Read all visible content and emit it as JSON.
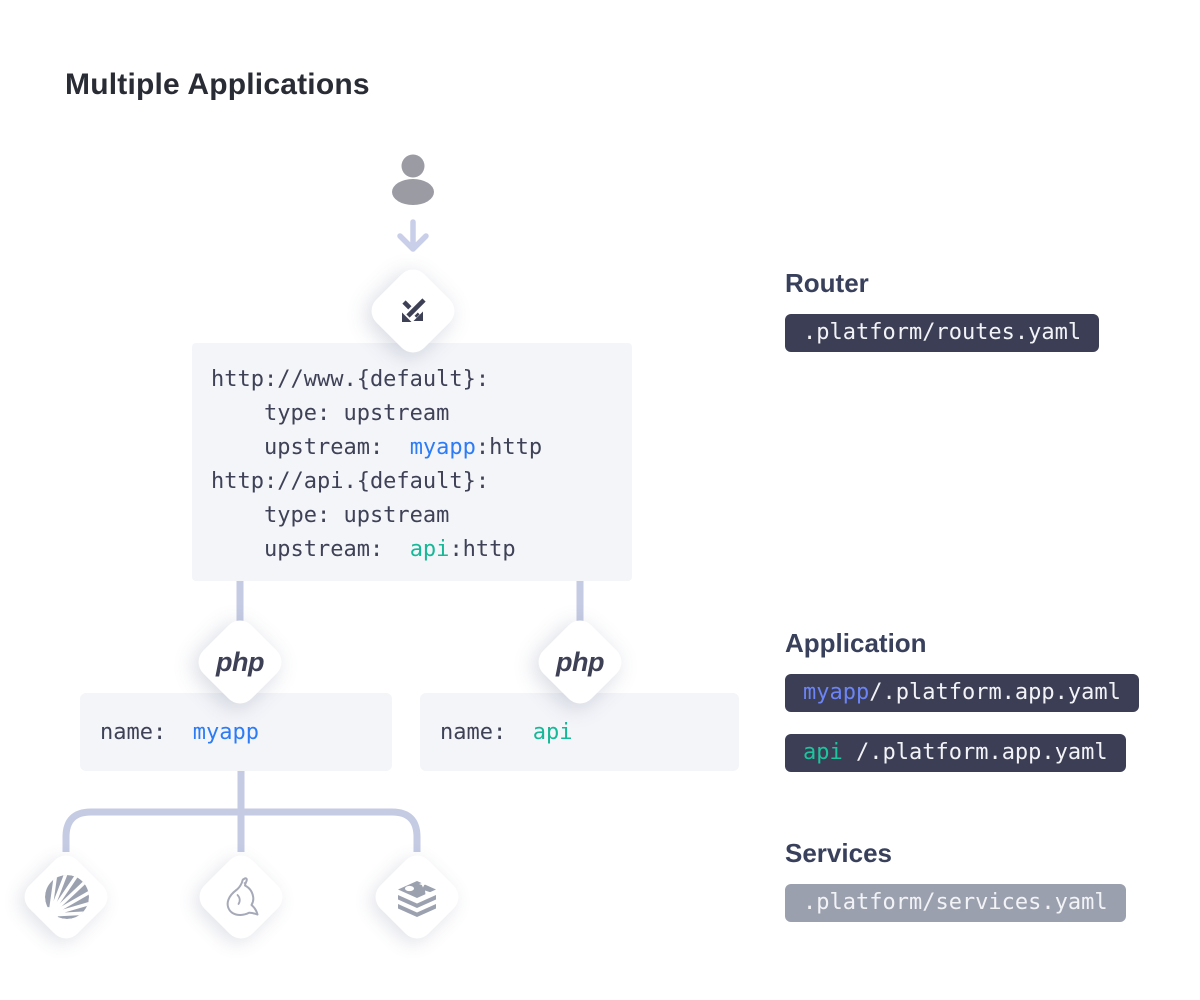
{
  "title": "Multiple Applications",
  "palette": {
    "code_text": "#3f4257",
    "accent_blue": "#2d7cf5",
    "accent_blue_on_dark": "#6c84f5",
    "accent_green": "#17b897",
    "badge_dark_bg": "#3b3e54",
    "badge_gray_bg": "#9ba0ae",
    "connector": "#c5cbe3",
    "icon_gray": "#9ca1b0",
    "block_bg": "#f4f5f9"
  },
  "diagram": {
    "user_icon": "user",
    "router_node_icon": "crossed-routing-arrows",
    "routes_code": {
      "lines": [
        {
          "segments": [
            {
              "t": "http://www.{default}:"
            }
          ]
        },
        {
          "segments": [
            {
              "t": "    type: upstream"
            }
          ]
        },
        {
          "segments": [
            {
              "t": "    upstream:  "
            },
            {
              "t": "myapp",
              "c": "blue"
            },
            {
              "t": ":http"
            }
          ]
        },
        {
          "segments": [
            {
              "t": "http://api.{default}:"
            }
          ]
        },
        {
          "segments": [
            {
              "t": "    type: upstream"
            }
          ]
        },
        {
          "segments": [
            {
              "t": "    upstream:  "
            },
            {
              "t": "api",
              "c": "green"
            },
            {
              "t": ":http"
            }
          ]
        }
      ]
    },
    "apps": [
      {
        "runtime_label": "php",
        "segments": [
          {
            "t": "name:  "
          },
          {
            "t": "myapp",
            "c": "blue"
          }
        ]
      },
      {
        "runtime_label": "php",
        "segments": [
          {
            "t": "name:  "
          },
          {
            "t": "api",
            "c": "green"
          }
        ]
      }
    ],
    "service_icons": [
      "solr-shell",
      "mysql-dolphin",
      "redis-stack"
    ]
  },
  "legend": {
    "router": {
      "heading": "Router",
      "badge_text": ".platform/routes.yaml"
    },
    "application": {
      "heading": "Application",
      "badges": [
        {
          "prefix": "myapp",
          "prefix_color": "blue",
          "rest": "/.platform.app.yaml"
        },
        {
          "prefix": "api",
          "prefix_color": "green",
          "rest": " /.platform.app.yaml"
        }
      ]
    },
    "services": {
      "heading": "Services",
      "badge_text": ".platform/services.yaml"
    }
  }
}
